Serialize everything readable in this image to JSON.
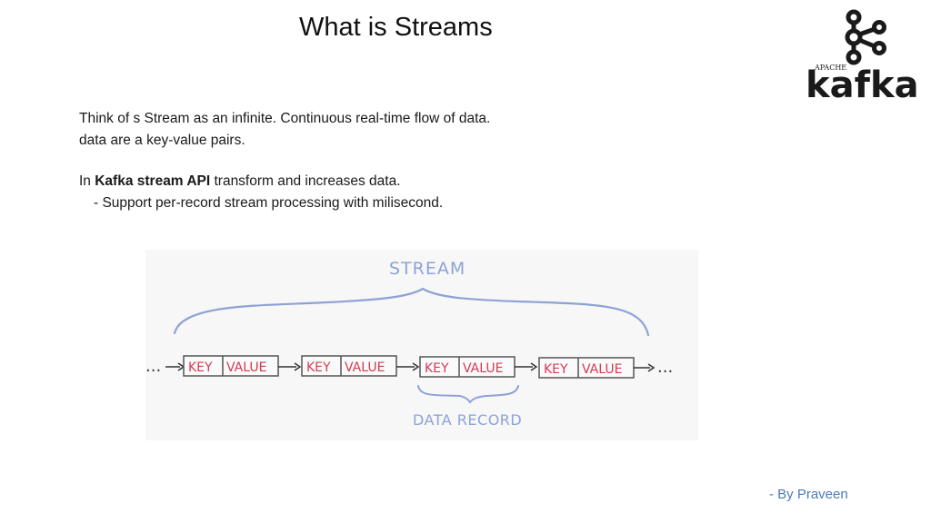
{
  "slide": {
    "title": "What is Streams",
    "paragraph1": {
      "line1": "Think of s Stream as an infinite. Continuous real-time flow of data.",
      "line2": "data are a key-value pairs."
    },
    "paragraph2": {
      "prefix": "In ",
      "bold": "Kafka stream API",
      "suffix": " transform and increases data.",
      "bullet": "- Support per-record stream processing with milisecond."
    },
    "footer": "- By Praveen"
  },
  "logo": {
    "small_text": "APACHE",
    "brand": "kafka"
  },
  "diagram": {
    "stream_label": "STREAM",
    "record_label": "DATA RECORD",
    "key_label": "KEY",
    "value_label": "VALUE",
    "ellipsis": "...",
    "ink_color": "#8da3d6",
    "label_color": "#d63a55",
    "box_color": "#555555"
  }
}
